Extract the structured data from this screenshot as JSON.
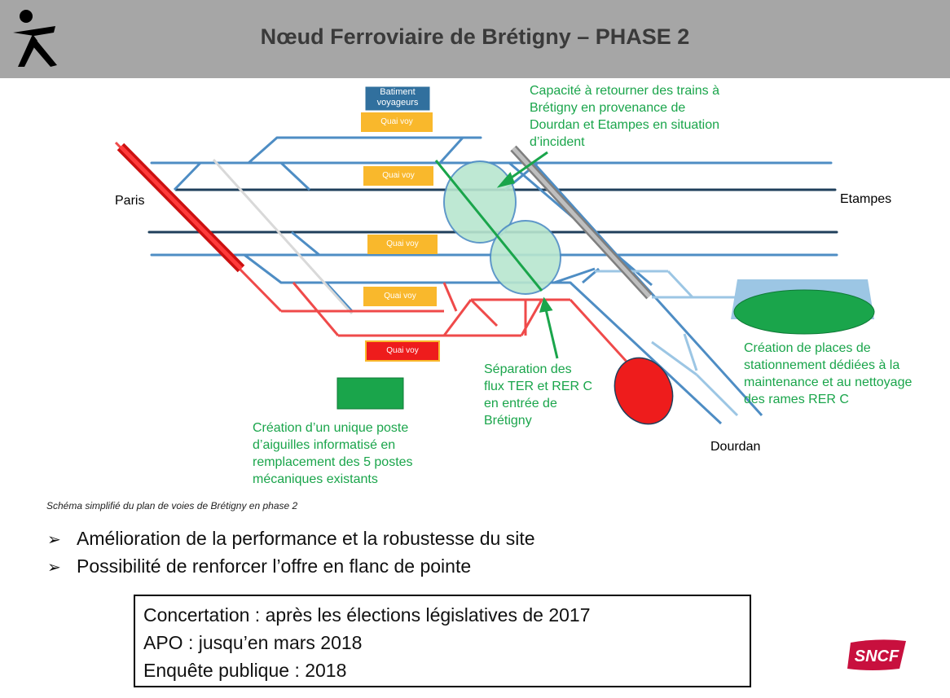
{
  "header": {
    "title": "Nœud Ferroviaire de Brétigny – PHASE 2"
  },
  "diagram": {
    "platform_labels": {
      "bv": "Batiment voyageurs",
      "quai_1": "Quai voy",
      "quai_2": "Quai voy",
      "quai_3": "Quai voy",
      "quai_4": "Quai voy",
      "quai_5": "Quai voy"
    },
    "places": {
      "paris": "Paris",
      "etampes": "Etampes",
      "dourdan": "Dourdan"
    },
    "annotations": {
      "capacite": [
        "Capacité à retourner des trains à",
        "Brétigny en provenance de",
        "Dourdan et Etampes en situation",
        "d’incident"
      ],
      "separation": [
        "Séparation des",
        "flux TER et RER C",
        "en entrée de",
        "Brétigny"
      ],
      "creation_places": [
        "Création de places de",
        "stationnement dédiées à la",
        "maintenance et au nettoyage",
        "des rames RER C"
      ],
      "creation_poste": [
        "Création d’un unique poste",
        "d’aiguilles informatisé en",
        "remplacement des 5 postes",
        "mécaniques  existants"
      ]
    },
    "colors": {
      "track_blue": "#4e8dc4",
      "track_navy": "#1f3f5b",
      "track_light_blue": "#9cc6e4",
      "track_red": "#ef4a4a",
      "highlight_green": "#1aa54b",
      "platform_orange": "#f9b82c",
      "platform_red": "#ee1c1c",
      "building_blue": "#31709e"
    }
  },
  "caption": "Schéma simplifié du plan de voies de Brétigny en phase 2",
  "bullets": [
    "Amélioration de la performance et la robustesse du site",
    "Possibilité de renforcer l’offre en flanc de pointe"
  ],
  "info": {
    "line1": "Concertation : après les élections législatives de 2017",
    "line2": "APO : jusqu’en mars 2018",
    "line3": "Enquête publique : 2018"
  },
  "logos": {
    "left": "transilien-walking-figure-logo",
    "sncf_text": "SNCF",
    "sncf_color": "#c8103e"
  }
}
